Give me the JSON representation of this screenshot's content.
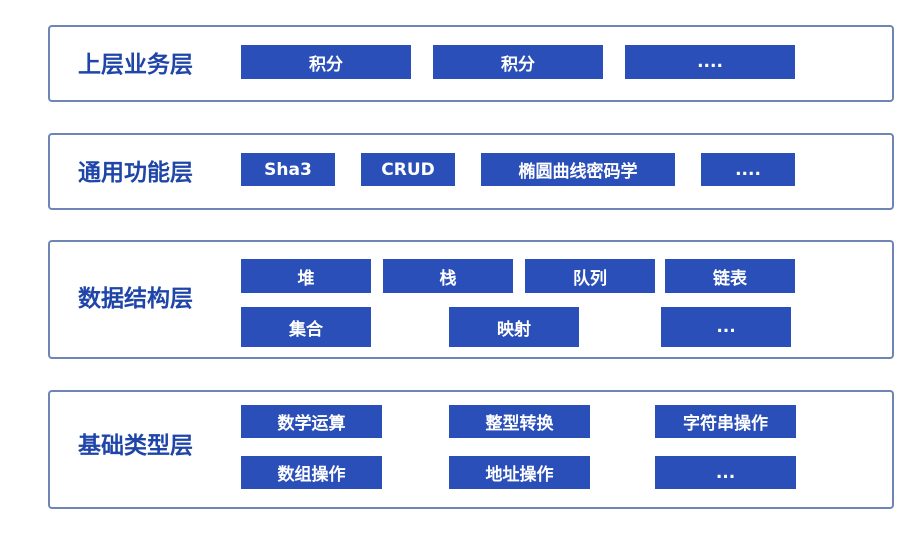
{
  "layers": [
    {
      "title": "上层业务层",
      "items": [
        "积分",
        "积分",
        "...."
      ]
    },
    {
      "title": "通用功能层",
      "items": [
        "Sha3",
        "CRUD",
        "椭圆曲线密码学",
        "...."
      ]
    },
    {
      "title": "数据结构层",
      "items": [
        "堆",
        "栈",
        "队列",
        "链表",
        "集合",
        "映射",
        "..."
      ]
    },
    {
      "title": "基础类型层",
      "items": [
        "数学运算",
        "整型转换",
        "字符串操作",
        "数组操作",
        "地址操作",
        "..."
      ]
    }
  ],
  "colors": {
    "layer_border": "#6f85b5",
    "title_text": "#1f45a8",
    "box_fill": "#2a4fb8",
    "box_text": "#ffffff"
  }
}
